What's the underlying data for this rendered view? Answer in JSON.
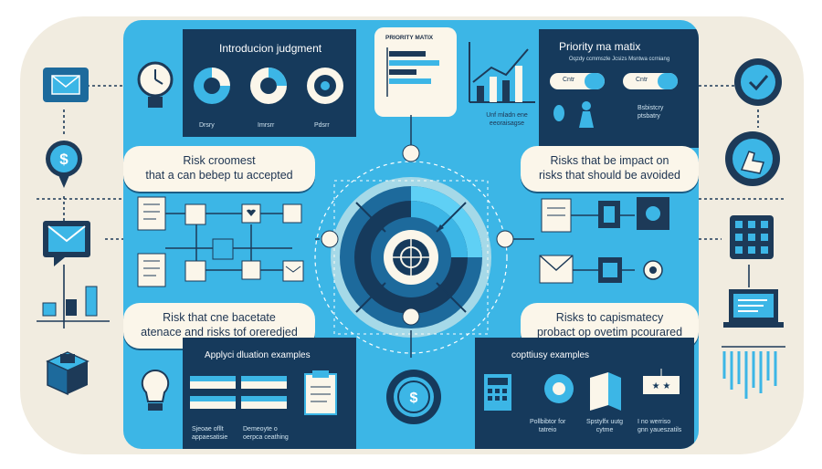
{
  "top_left_panel": {
    "title": "Introducion judgment",
    "labels": [
      "Drsry",
      "Imrsrr",
      "Pdsrr"
    ]
  },
  "top_center_card": {
    "title": "PRIORITY MATIX",
    "caption": [
      "Unf mladn ene",
      "eeoraisagse"
    ]
  },
  "top_right_panel": {
    "title": "Priority ma matix",
    "subtitle": "Oqzdy ccmmszle Jcsizs Msntwa ccrniang",
    "pill_a": "Cntr",
    "pill_b": "Cntr",
    "caption": [
      "Bsbistcry",
      "ptsbatry"
    ]
  },
  "pills": {
    "left_top": [
      "Risk croomest",
      "that a can bebep tu accepted"
    ],
    "right_top": [
      "Risks that be impact on",
      "risks that should be avoided"
    ],
    "left_bottom": [
      "Risk that cne bacetate",
      "atenace and risks tof oreredjed"
    ],
    "right_bottom": [
      "Risks to capismatecy",
      "probact op ovetim pcourared"
    ]
  },
  "bottom_left_panel": {
    "title": "Applyci dluation examples",
    "caption": [
      "Sjeoae ofllt",
      "appaesatisie"
    ],
    "caption2": [
      "Demeoyte o",
      "oerpca ceathing"
    ]
  },
  "bottom_right_panel": {
    "title": "copttiusy examples",
    "caption_a": [
      "Pollbibtor for",
      "tatreio"
    ],
    "caption_b": [
      "Spstylfx uutg",
      "cytme"
    ],
    "caption_c": [
      "I no werriso",
      "gnn yaueszatils"
    ]
  },
  "colors": {
    "board": "#3cb6e6",
    "dark": "#163a5c",
    "card": "#fbf6ea",
    "background": "#f1ece0"
  }
}
